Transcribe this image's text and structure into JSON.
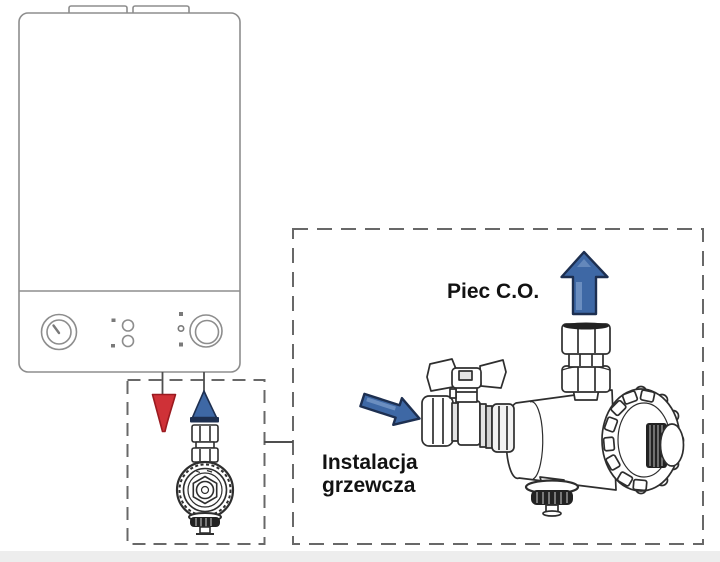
{
  "diagram": {
    "labels": {
      "boiler_outlet": "Piec C.O.",
      "heating_system_line1": "Instalacja",
      "heating_system_line2": "grzewcza"
    },
    "colors": {
      "background": "#ffffff",
      "line_art": "#2e2e2e",
      "boiler_line": "#8d8d8d",
      "panel_detail": "#7a7a7a",
      "dashed_border": "#686868",
      "connector_line": "#4f4f4f",
      "arrow_blue": "#3e68a5",
      "arrow_blue_dark": "#1d2f50",
      "arrow_blue_light": "#8aa8d2",
      "arrow_red": "#cf3137",
      "arrow_red_dark": "#9b1a20",
      "metal_shade": "#e2e2e2",
      "knurl_dark": "#222222",
      "text": "#121212",
      "bottom_strip": "#ededed"
    },
    "icons": {
      "boiler": "gas-boiler-front-view",
      "small_detail": "magnetic-filter-end-view",
      "large_detail": "magnetic-filter-assembly-side-view",
      "red_arrow": "supply-flow-down-arrow",
      "blue_arrow": "return-flow-up-arrow"
    }
  }
}
